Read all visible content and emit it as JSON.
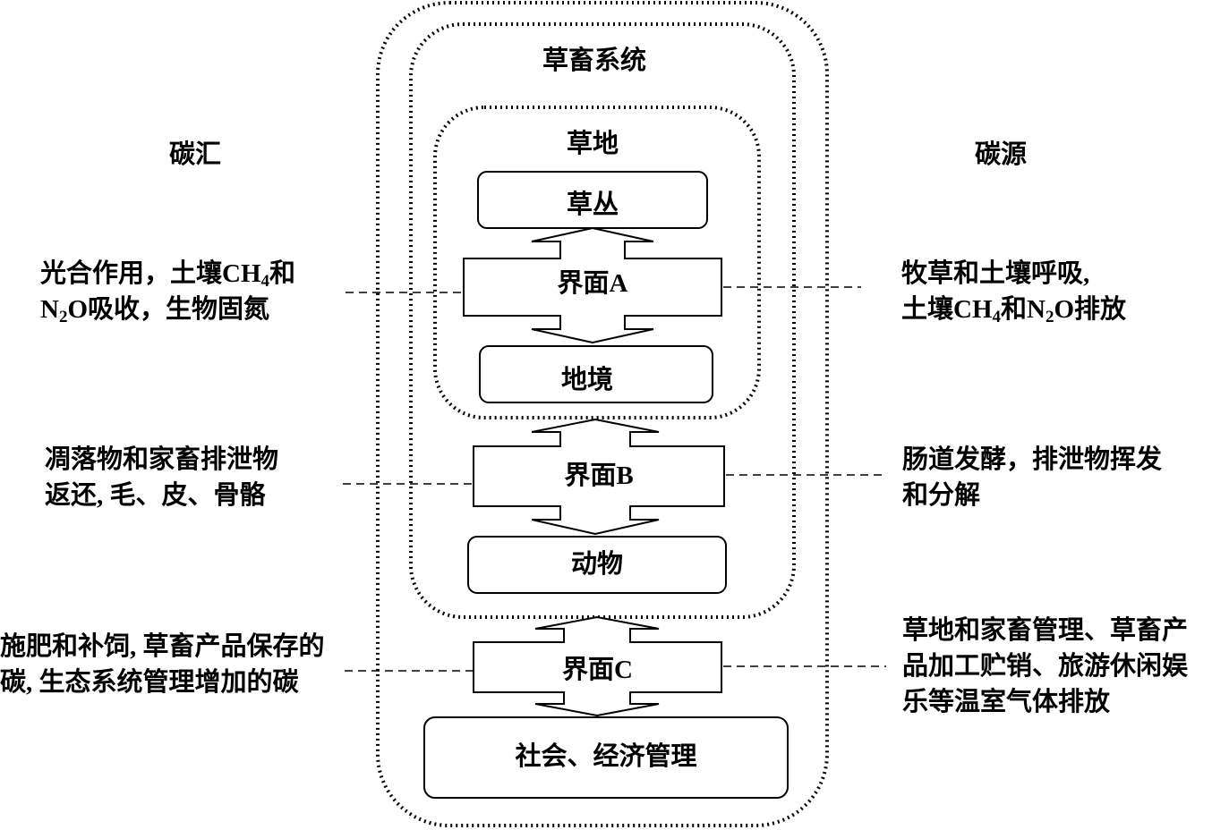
{
  "titles": {
    "system": "草畜系统",
    "grassland": "草地",
    "carbon_sink": "碳汇",
    "carbon_source": "碳源"
  },
  "nodes": {
    "grass": "草丛",
    "soil": "地境",
    "animal": "动物",
    "society": "社会、经济管理"
  },
  "interfaces": {
    "a": "界面A",
    "b": "界面B",
    "c": "界面C"
  },
  "sinks": {
    "a": {
      "line1_pre": "光合作用，土壤CH",
      "line1_sub": "4",
      "line1_post": "和",
      "line2_pre": "N",
      "line2_sub": "2",
      "line2_post": "O吸收，生物固氮"
    },
    "b": {
      "line1": "凋落物和家畜排泄物",
      "line2": "返还, 毛、皮、骨骼"
    },
    "c": {
      "line1": "施肥和补饲, 草畜产品保存的",
      "line2": "碳, 生态系统管理增加的碳"
    }
  },
  "sources": {
    "a": {
      "line1": "牧草和土壤呼吸,",
      "line2_pre": "土壤CH",
      "line2_sub1": "4",
      "line2_mid": "和N",
      "line2_sub2": "2",
      "line2_post": "O排放"
    },
    "b": {
      "line1": "肠道发酵，排泄物挥发",
      "line2": "和分解"
    },
    "c": {
      "line1": "草地和家畜管理、草畜产",
      "line2": "品加工贮销、旅游休闲娱",
      "line3": "乐等温室气体排放"
    }
  }
}
